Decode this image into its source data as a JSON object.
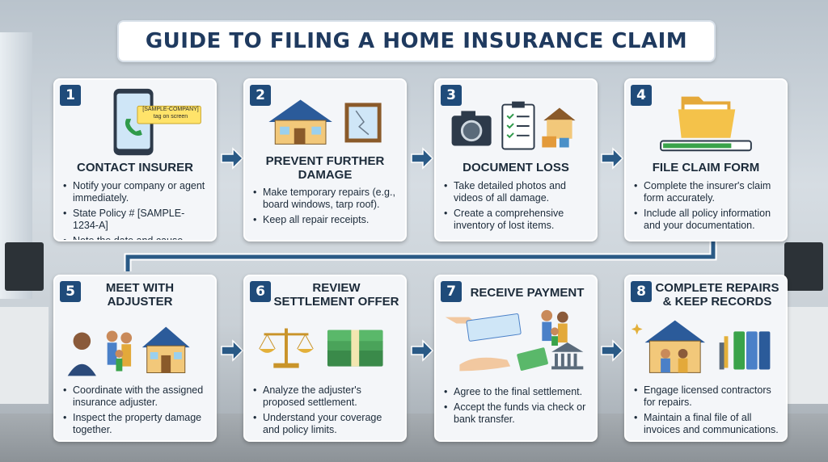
{
  "title": "GUIDE TO FILING A HOME INSURANCE CLAIM",
  "steps": [
    {
      "number": "1",
      "heading": "CONTACT INSURER",
      "screen_tag": "[SAMPLE-COMPANY] tag on screen",
      "bullets": [
        "Notify your company or agent immediately.",
        "State Policy # [SAMPLE-1234-A]",
        "Note the date and cause."
      ]
    },
    {
      "number": "2",
      "heading": "PREVENT FURTHER DAMAGE",
      "bullets": [
        "Make temporary repairs (e.g., board windows, tarp roof).",
        "Keep all repair receipts."
      ]
    },
    {
      "number": "3",
      "heading": "DOCUMENT LOSS",
      "bullets": [
        "Take detailed photos and videos of all damage.",
        "Create a comprehensive inventory of lost items."
      ]
    },
    {
      "number": "4",
      "heading": "FILE CLAIM FORM",
      "bullets": [
        "Complete the insurer's claim form accurately.",
        "Include all policy information and your documentation."
      ]
    },
    {
      "number": "5",
      "heading": "MEET WITH ADJUSTER",
      "bullets": [
        "Coordinate with the assigned insurance adjuster.",
        "Inspect the property damage together."
      ]
    },
    {
      "number": "6",
      "heading": "REVIEW SETTLEMENT OFFER",
      "bullets": [
        "Analyze the adjuster's proposed settlement.",
        "Understand your coverage and policy limits."
      ]
    },
    {
      "number": "7",
      "heading": "RECEIVE PAYMENT",
      "bullets": [
        "Agree to the final settlement.",
        "Accept the funds via check or bank transfer."
      ]
    },
    {
      "number": "8",
      "heading": "COMPLETE REPAIRS & KEEP RECORDS",
      "bullets": [
        "Engage licensed contractors for repairs.",
        "Maintain a final file of all invoices and communications."
      ]
    }
  ],
  "colors": {
    "accent": "#1f4b7a",
    "arrow": "#2a5a86",
    "title": "#1f3a5f"
  }
}
